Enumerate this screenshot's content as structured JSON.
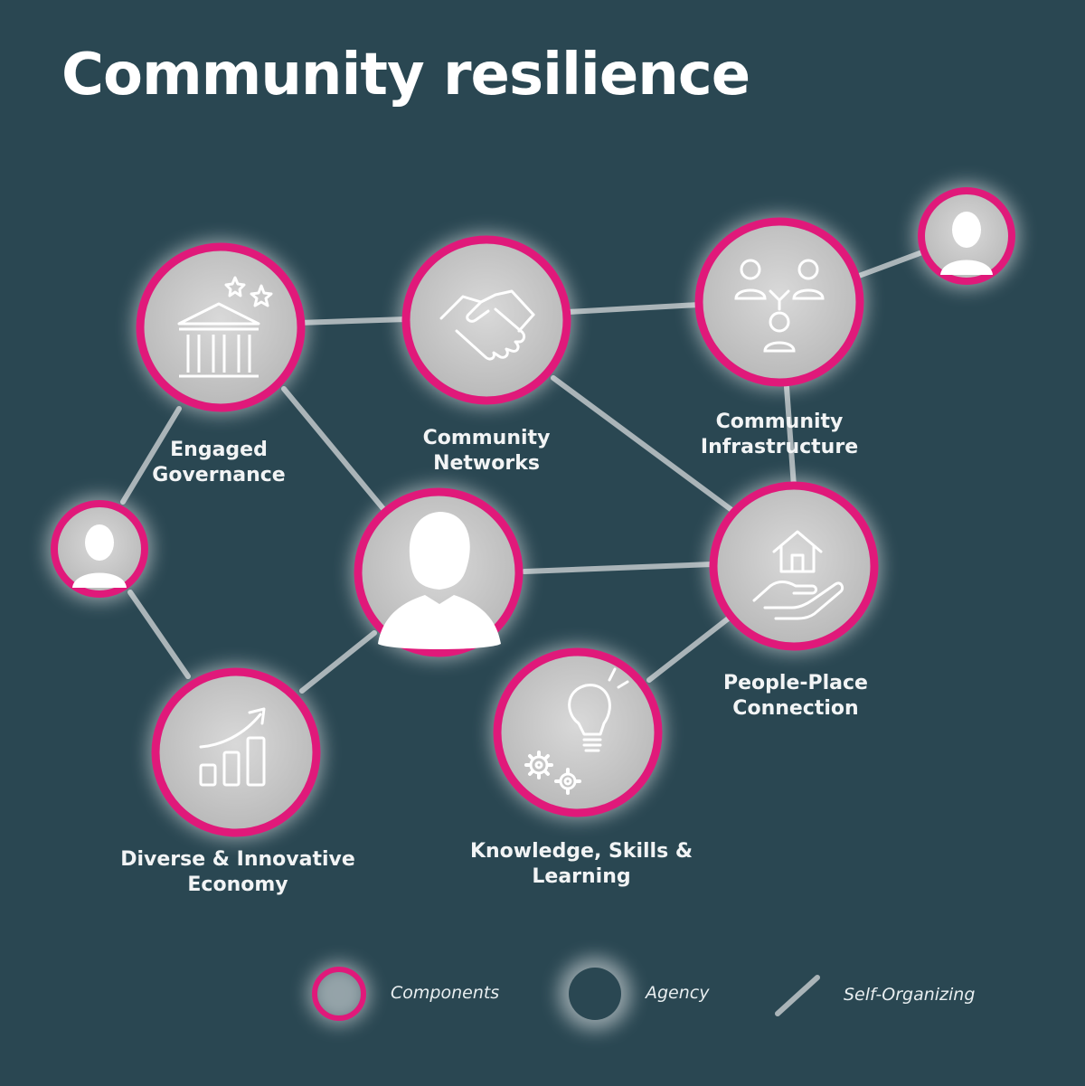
{
  "title": "Community resilience",
  "colors": {
    "background": "#2a4752",
    "component_ring": "#e0197a",
    "node_fill": "#c9c9c9",
    "link": "#aab4b8",
    "agency_fill": "#2a4752"
  },
  "nodes": {
    "engaged_governance": {
      "label_line1": "Engaged",
      "label_line2": "Governance",
      "icon": "government-building-icon"
    },
    "community_networks": {
      "label_line1": "Community",
      "label_line2": "Networks",
      "icon": "handshake-icon"
    },
    "community_infrastructure": {
      "label_line1": "Community",
      "label_line2": "Infrastructure",
      "icon": "people-network-icon"
    },
    "people_place": {
      "label_line1": "People-Place",
      "label_line2": "Connection",
      "icon": "house-in-hand-icon"
    },
    "knowledge": {
      "label_line1": "Knowledge, Skills &",
      "label_line2": "Learning",
      "icon": "lightbulb-gears-icon"
    },
    "economy": {
      "label_line1": "Diverse & Innovative",
      "label_line2": "Economy",
      "icon": "growth-chart-icon"
    },
    "person_center": {
      "icon": "woman-avatar-icon"
    },
    "person_left": {
      "icon": "person-avatar-icon"
    },
    "person_topright": {
      "icon": "person-avatar-icon"
    }
  },
  "legend": {
    "components": "Components",
    "agency": "Agency",
    "self_organizing": "Self-Organizing"
  }
}
